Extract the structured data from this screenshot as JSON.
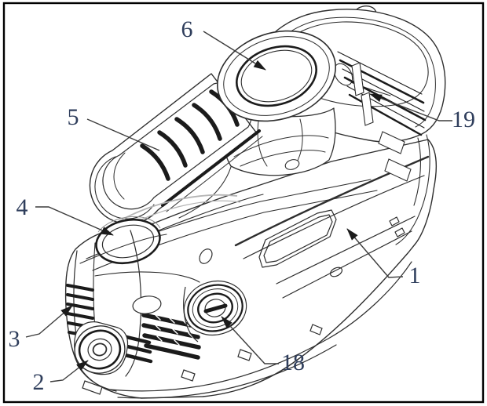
{
  "figure": {
    "kind": "patent-style isometric line drawing of a portable pressure-washer machine",
    "background_color": "#ffffff",
    "frame_color": "#000000",
    "line_color": "#2e2e2e",
    "accent_dark": "#1b1b1b",
    "label_color": "#2f3e5c",
    "callouts": [
      {
        "text": "6"
      },
      {
        "text": "5"
      },
      {
        "text": "4"
      },
      {
        "text": "3"
      },
      {
        "text": "2"
      },
      {
        "text": "1"
      },
      {
        "text": "18"
      },
      {
        "text": "19"
      }
    ]
  }
}
